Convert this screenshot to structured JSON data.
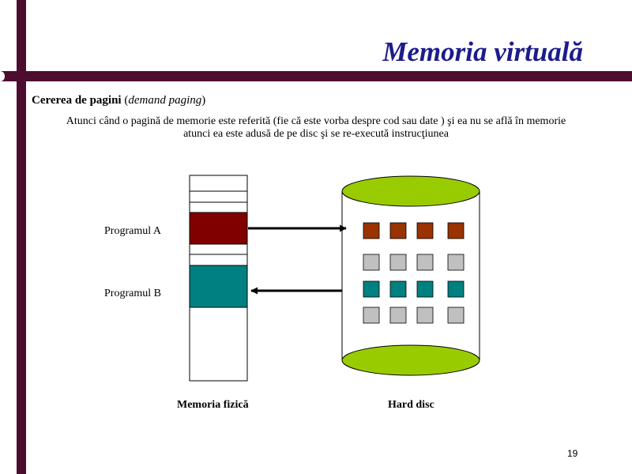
{
  "title": "Memoria virtuală",
  "subtitle": {
    "bold": "Cererea de pagini",
    "paren_open": " (",
    "italic": "demand paging",
    "paren_close": ")"
  },
  "description": {
    "line1": "Atunci când o pagină de memorie este referită (fie că este vorba despre cod sau date ) şi ea nu se află în memorie",
    "line2": "atunci ea este adusă de pe disc şi se re-execută instrucţiunea"
  },
  "diagram": {
    "program_a_label": "Programul A",
    "program_b_label": "Programul B",
    "physical_memory_caption": "Memoria fizică",
    "hard_disc_caption": "Hard disc",
    "colors": {
      "bars": "#4d0d2f",
      "title": "#1c1c8c",
      "program_a": "#800000",
      "program_b": "#008080",
      "disk_caps": "#99cc00",
      "disk_page_a": "#993300",
      "disk_page_free": "#c0c0c0",
      "disk_page_b": "#008080"
    }
  },
  "page_number": "19"
}
